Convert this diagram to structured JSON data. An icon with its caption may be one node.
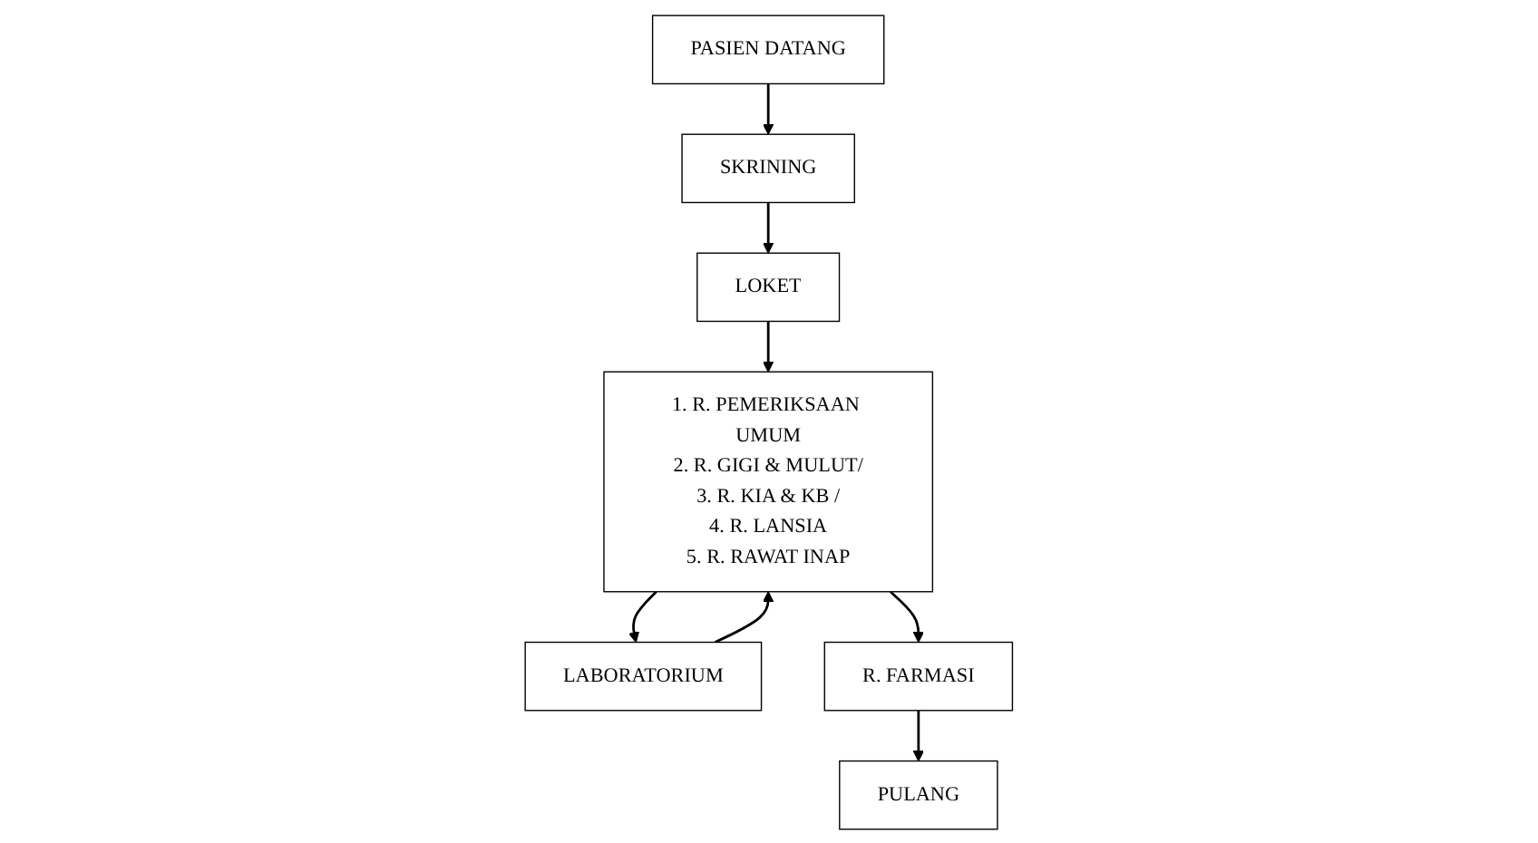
{
  "diagram": {
    "nodes": [
      {
        "text": [
          "PASIEN DATANG"
        ]
      },
      {
        "text": [
          "SKRINING"
        ]
      },
      {
        "text": [
          "LOKET"
        ]
      },
      {
        "text": [
          "LABORATORIUM"
        ]
      },
      {
        "text": [
          "1. R. PEMERIKSAAN UMUM",
          "2. R. GIGI & MULUT/",
          "3. R. KIA & KB /",
          "4. R. LANSIA",
          "5. R. RAWAT INAP"
        ]
      },
      {
        "text": [
          "R. FARMASI"
        ]
      },
      {
        "text": [
          "PULANG"
        ]
      }
    ],
    "edges": [
      {
        "from": 0,
        "to": 1,
        "arrow": "to"
      },
      {
        "from": 1,
        "to": 2,
        "arrow": "to"
      },
      {
        "from": 2,
        "to": 4,
        "arrow": "to"
      },
      {
        "from": 3,
        "to": 4,
        "arrow": "to"
      },
      {
        "from": 4,
        "to": 3,
        "arrow": "to"
      },
      {
        "from": 4,
        "to": 5,
        "arrow": "to"
      },
      {
        "from": 5,
        "to": 6,
        "arrow": "to"
      }
    ]
  }
}
